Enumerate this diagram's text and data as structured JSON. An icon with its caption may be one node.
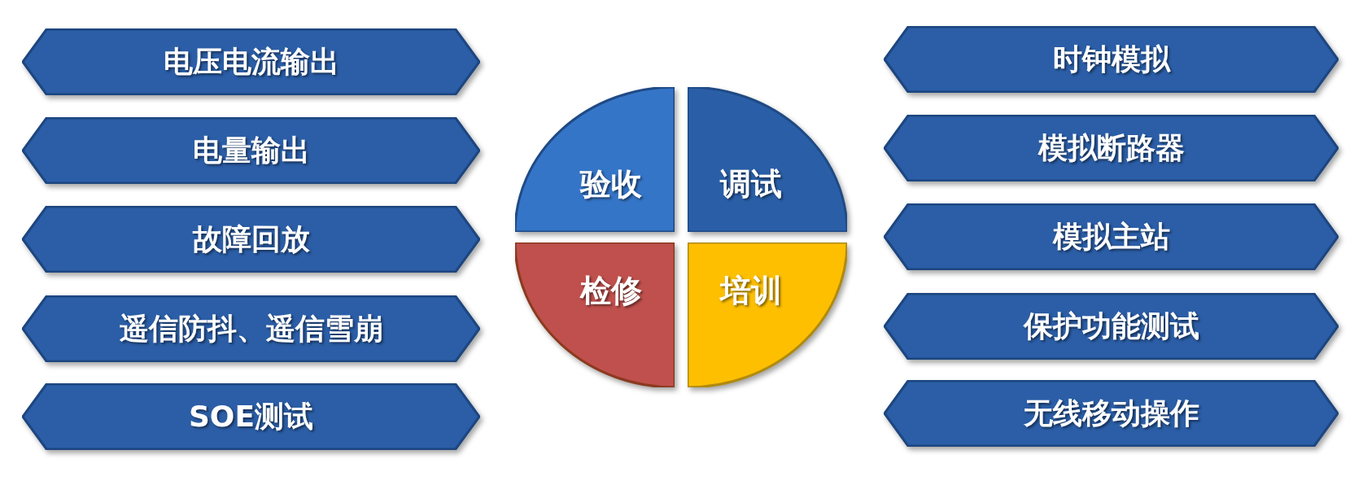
{
  "diagram": {
    "nodes": [
      {
        "text": [
          "电压电流输出"
        ]
      },
      {
        "text": [
          "电量输出"
        ]
      },
      {
        "text": [
          "故障回放"
        ]
      },
      {
        "text": [
          "遥信防抖、遥信雪崩"
        ]
      },
      {
        "text": [
          "SOE测试"
        ]
      },
      {
        "text": [
          "验收"
        ]
      },
      {
        "text": [
          "调试"
        ]
      },
      {
        "text": [
          "检修"
        ]
      },
      {
        "text": [
          "培训"
        ]
      },
      {
        "text": [
          "时钟模拟"
        ]
      },
      {
        "text": [
          "模拟断路器"
        ]
      },
      {
        "text": [
          "模拟主站"
        ]
      },
      {
        "text": [
          "保护功能测试"
        ]
      },
      {
        "text": [
          "无线移动操作"
        ]
      }
    ]
  }
}
